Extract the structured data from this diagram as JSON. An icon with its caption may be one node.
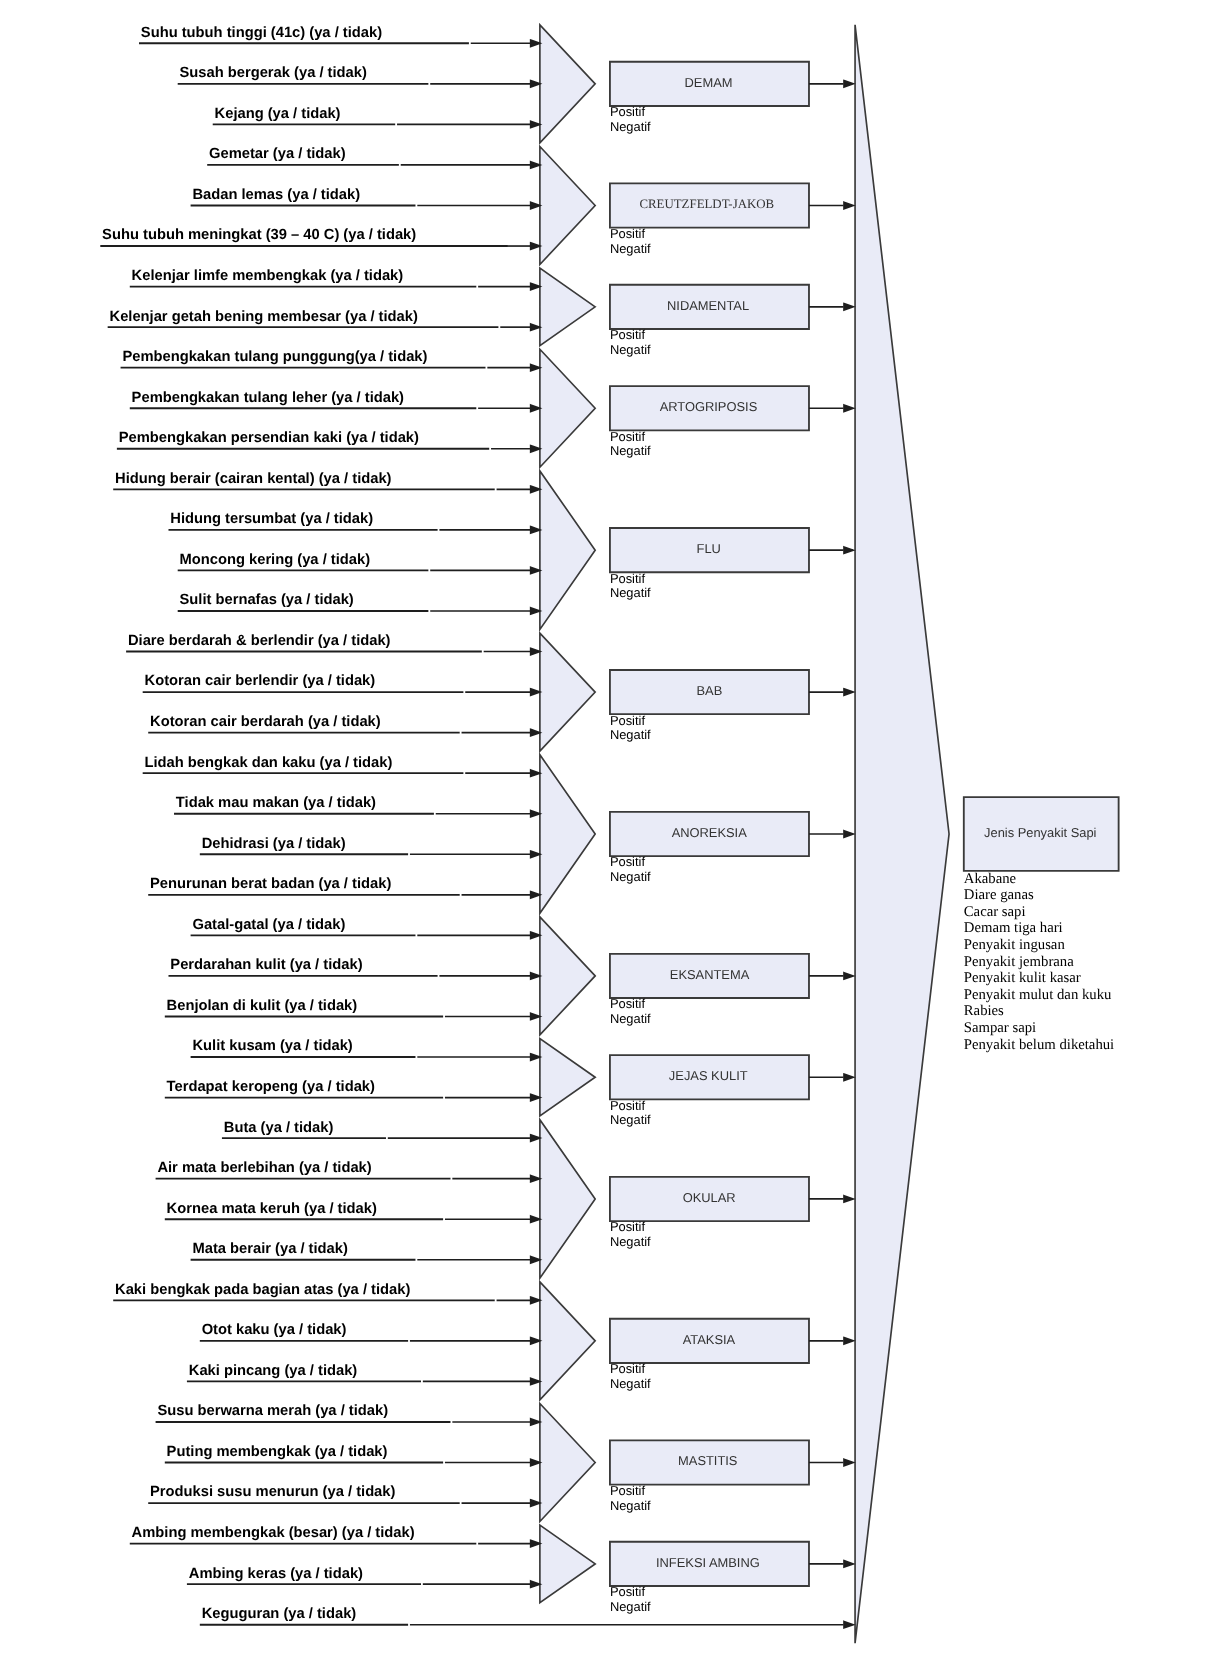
{
  "diagram": {
    "nodes": [
      {
        "text": [
          "Suhu tubuh tinggi (41c) (ya / tidak)"
        ]
      },
      {
        "text": [
          "Susah bergerak (ya / tidak)"
        ]
      },
      {
        "text": [
          "Kejang (ya / tidak)"
        ]
      },
      {
        "text": [],
        "shape": "triangle"
      },
      {
        "text": [
          "DEMAM"
        ],
        "beside": [
          "Positif",
          "Negatif"
        ]
      },
      {
        "text": [
          "Gemetar (ya / tidak)"
        ]
      },
      {
        "text": [
          "Badan lemas (ya / tidak)"
        ]
      },
      {
        "text": [
          "Suhu tubuh meningkat (39 – 40 C) (ya / tidak)"
        ]
      },
      {
        "text": [],
        "shape": "triangle"
      },
      {
        "text": [
          "CREUTZFELDT-JAKOB"
        ],
        "beside": [
          "Positif",
          "Negatif"
        ]
      },
      {
        "text": [
          "Kelenjar limfe membengkak (ya / tidak)"
        ]
      },
      {
        "text": [
          "Kelenjar getah bening membesar (ya / tidak)"
        ]
      },
      {
        "text": [],
        "shape": "triangle"
      },
      {
        "text": [
          "NIDAMENTAL"
        ],
        "beside": [
          "Positif",
          "Negatif"
        ]
      },
      {
        "text": [
          "Pembengkakan tulang punggung(ya / tidak)"
        ]
      },
      {
        "text": [
          "Pembengkakan tulang leher (ya / tidak)"
        ]
      },
      {
        "text": [
          "Pembengkakan persendian kaki (ya / tidak)"
        ]
      },
      {
        "text": [],
        "shape": "triangle"
      },
      {
        "text": [
          "ARTOGRIPOSIS"
        ],
        "beside": [
          "Positif",
          "Negatif"
        ]
      },
      {
        "text": [
          "Hidung berair (cairan kental) (ya / tidak)"
        ]
      },
      {
        "text": [
          "Hidung tersumbat (ya / tidak)"
        ]
      },
      {
        "text": [
          "Moncong kering (ya / tidak)"
        ]
      },
      {
        "text": [
          "Sulit bernafas (ya / tidak)"
        ]
      },
      {
        "text": [],
        "shape": "triangle"
      },
      {
        "text": [
          "FLU"
        ],
        "beside": [
          "Positif",
          "Negatif"
        ]
      },
      {
        "text": [
          "Diare berdarah & berlendir (ya / tidak)"
        ]
      },
      {
        "text": [
          "Kotoran cair berlendir (ya / tidak)"
        ]
      },
      {
        "text": [
          "Kotoran cair berdarah (ya / tidak)"
        ]
      },
      {
        "text": [],
        "shape": "triangle"
      },
      {
        "text": [
          "BAB"
        ],
        "beside": [
          "Positif",
          "Negatif"
        ]
      },
      {
        "text": [
          "Lidah bengkak dan kaku (ya / tidak)"
        ]
      },
      {
        "text": [
          "Tidak mau makan (ya / tidak)"
        ]
      },
      {
        "text": [
          "Dehidrasi (ya / tidak)"
        ]
      },
      {
        "text": [
          "Penurunan berat badan (ya / tidak)"
        ]
      },
      {
        "text": [],
        "shape": "triangle"
      },
      {
        "text": [
          "ANOREKSIA"
        ],
        "beside": [
          "Positif",
          "Negatif"
        ]
      },
      {
        "text": [
          "Gatal-gatal (ya / tidak)"
        ]
      },
      {
        "text": [
          "Perdarahan kulit (ya / tidak)"
        ]
      },
      {
        "text": [
          "Benjolan di kulit (ya / tidak)"
        ]
      },
      {
        "text": [],
        "shape": "triangle"
      },
      {
        "text": [
          "EKSANTEMA"
        ],
        "beside": [
          "Positif",
          "Negatif"
        ]
      },
      {
        "text": [
          "Kulit kusam (ya / tidak)"
        ]
      },
      {
        "text": [
          "Terdapat keropeng (ya / tidak)"
        ]
      },
      {
        "text": [],
        "shape": "triangle"
      },
      {
        "text": [
          "JEJAS KULIT"
        ],
        "beside": [
          "Positif",
          "Negatif"
        ]
      },
      {
        "text": [
          "Buta (ya / tidak)"
        ]
      },
      {
        "text": [
          "Air mata berlebihan (ya / tidak)"
        ]
      },
      {
        "text": [
          "Kornea mata keruh (ya / tidak)"
        ]
      },
      {
        "text": [
          "Mata berair (ya / tidak)"
        ]
      },
      {
        "text": [],
        "shape": "triangle"
      },
      {
        "text": [
          "OKULAR"
        ],
        "beside": [
          "Positif",
          "Negatif"
        ]
      },
      {
        "text": [
          "Kaki bengkak pada bagian atas (ya / tidak)"
        ]
      },
      {
        "text": [
          "Otot kaku (ya / tidak)"
        ]
      },
      {
        "text": [
          "Kaki pincang (ya / tidak)"
        ]
      },
      {
        "text": [],
        "shape": "triangle"
      },
      {
        "text": [
          "ATAKSIA"
        ],
        "beside": [
          "Positif",
          "Negatif"
        ]
      },
      {
        "text": [
          "Susu berwarna merah (ya / tidak)"
        ]
      },
      {
        "text": [
          "Puting membengkak (ya / tidak)"
        ]
      },
      {
        "text": [
          "Produksi susu menurun (ya / tidak)"
        ]
      },
      {
        "text": [],
        "shape": "triangle"
      },
      {
        "text": [
          "MASTITIS"
        ],
        "beside": [
          "Positif",
          "Negatif"
        ]
      },
      {
        "text": [
          "Ambing membengkak (besar) (ya / tidak)"
        ]
      },
      {
        "text": [
          "Ambing keras (ya / tidak)"
        ]
      },
      {
        "text": [],
        "shape": "triangle"
      },
      {
        "text": [
          "INFEKSI AMBING"
        ],
        "beside": [
          "Positif",
          "Negatif"
        ]
      },
      {
        "text": [
          "Keguguran (ya / tidak)"
        ]
      },
      {
        "text": [],
        "shape": "triangle"
      },
      {
        "text": [
          "Jenis Penyakit Sapi"
        ],
        "beside": [
          "Akabane",
          "Diare ganas",
          "Cacar sapi",
          "Demam tiga hari",
          "Penyakit ingusan",
          "Penyakit jembrana",
          "Penyakit kulit kasar",
          "Penyakit mulut dan kuku",
          "Rabies",
          "Sampar sapi",
          "Penyakit belum diketahui"
        ]
      }
    ],
    "edges": [
      {
        "from": 0,
        "to": 3,
        "arrow": "to"
      },
      {
        "from": 1,
        "to": 3,
        "arrow": "to"
      },
      {
        "from": 2,
        "to": 3,
        "arrow": "to"
      },
      {
        "from": 4,
        "to": 66,
        "arrow": "to"
      },
      {
        "from": 5,
        "to": 8,
        "arrow": "to"
      },
      {
        "from": 6,
        "to": 8,
        "arrow": "to"
      },
      {
        "from": 7,
        "to": 8,
        "arrow": "to"
      },
      {
        "from": 9,
        "to": 66,
        "arrow": "to"
      },
      {
        "from": 10,
        "to": 12,
        "arrow": "to"
      },
      {
        "from": 11,
        "to": 12,
        "arrow": "to"
      },
      {
        "from": 13,
        "to": 66,
        "arrow": "to"
      },
      {
        "from": 14,
        "to": 17,
        "arrow": "to"
      },
      {
        "from": 15,
        "to": 17,
        "arrow": "to"
      },
      {
        "from": 16,
        "to": 17,
        "arrow": "to"
      },
      {
        "from": 18,
        "to": 66,
        "arrow": "to"
      },
      {
        "from": 19,
        "to": 23,
        "arrow": "to"
      },
      {
        "from": 20,
        "to": 23,
        "arrow": "to"
      },
      {
        "from": 21,
        "to": 23,
        "arrow": "to"
      },
      {
        "from": 22,
        "to": 23,
        "arrow": "to"
      },
      {
        "from": 24,
        "to": 66,
        "arrow": "to"
      },
      {
        "from": 25,
        "to": 28,
        "arrow": "to"
      },
      {
        "from": 26,
        "to": 28,
        "arrow": "to"
      },
      {
        "from": 27,
        "to": 28,
        "arrow": "to"
      },
      {
        "from": 29,
        "to": 66,
        "arrow": "to"
      },
      {
        "from": 30,
        "to": 34,
        "arrow": "to"
      },
      {
        "from": 31,
        "to": 34,
        "arrow": "to"
      },
      {
        "from": 32,
        "to": 34,
        "arrow": "to"
      },
      {
        "from": 33,
        "to": 34,
        "arrow": "to"
      },
      {
        "from": 35,
        "to": 66,
        "arrow": "to"
      },
      {
        "from": 36,
        "to": 39,
        "arrow": "to"
      },
      {
        "from": 37,
        "to": 39,
        "arrow": "to"
      },
      {
        "from": 38,
        "to": 39,
        "arrow": "to"
      },
      {
        "from": 40,
        "to": 66,
        "arrow": "to"
      },
      {
        "from": 41,
        "to": 43,
        "arrow": "to"
      },
      {
        "from": 42,
        "to": 43,
        "arrow": "to"
      },
      {
        "from": 44,
        "to": 66,
        "arrow": "to"
      },
      {
        "from": 45,
        "to": 49,
        "arrow": "to"
      },
      {
        "from": 46,
        "to": 49,
        "arrow": "to"
      },
      {
        "from": 47,
        "to": 49,
        "arrow": "to"
      },
      {
        "from": 48,
        "to": 49,
        "arrow": "to"
      },
      {
        "from": 50,
        "to": 66,
        "arrow": "to"
      },
      {
        "from": 51,
        "to": 54,
        "arrow": "to"
      },
      {
        "from": 52,
        "to": 54,
        "arrow": "to"
      },
      {
        "from": 53,
        "to": 54,
        "arrow": "to"
      },
      {
        "from": 55,
        "to": 66,
        "arrow": "to"
      },
      {
        "from": 56,
        "to": 59,
        "arrow": "to"
      },
      {
        "from": 57,
        "to": 59,
        "arrow": "to"
      },
      {
        "from": 58,
        "to": 59,
        "arrow": "to"
      },
      {
        "from": 60,
        "to": 66,
        "arrow": "to"
      },
      {
        "from": 61,
        "to": 63,
        "arrow": "to"
      },
      {
        "from": 62,
        "to": 63,
        "arrow": "to"
      },
      {
        "from": 64,
        "to": 66,
        "arrow": "to"
      },
      {
        "from": 65,
        "to": 66,
        "arrow": "to"
      }
    ]
  }
}
